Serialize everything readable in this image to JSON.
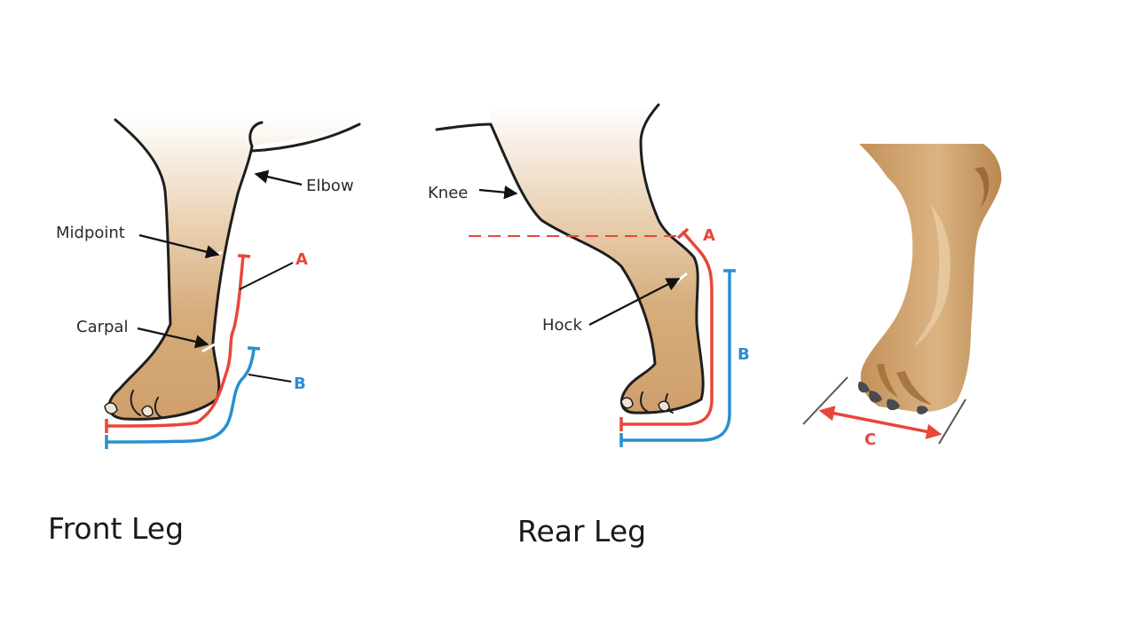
{
  "colors": {
    "measure_a": "#e8473a",
    "measure_b": "#2a8fcf",
    "skin": "#d2a877",
    "skin_dark": "#b5854f",
    "outline": "#1e1e1e"
  },
  "front_leg": {
    "title": "Front Leg",
    "labels": {
      "elbow": "Elbow",
      "midpoint": "Midpoint",
      "carpal": "Carpal"
    },
    "measure_a": "A",
    "measure_b": "B"
  },
  "rear_leg": {
    "title": "Rear Leg",
    "labels": {
      "knee": "Knee",
      "hock": "Hock"
    },
    "measure_a": "A",
    "measure_b": "B"
  },
  "paw": {
    "measure_c": "C"
  }
}
